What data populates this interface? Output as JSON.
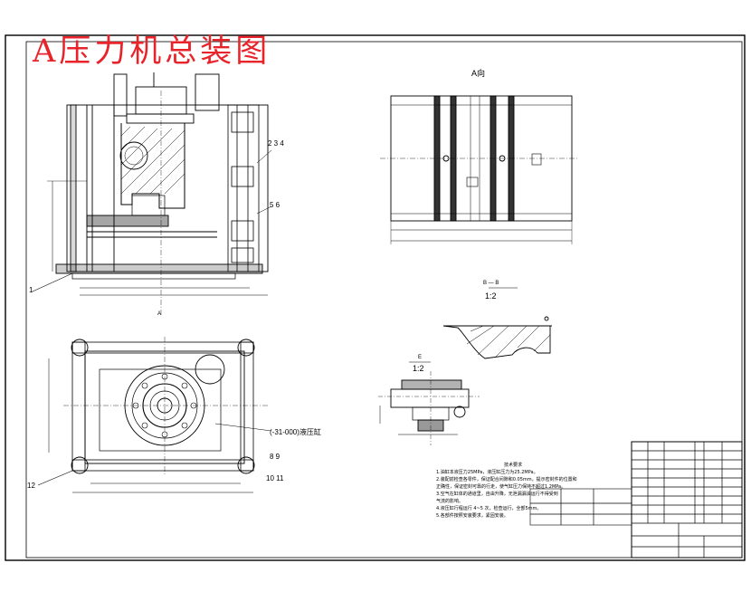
{
  "drawing": {
    "title": "A压力机总装图"
  },
  "views": {
    "view_a_label": "A向",
    "section_label": "B — B",
    "section_scale": "1:2",
    "detail_label": "E",
    "detail_scale": "1:2",
    "callout_1": "1",
    "callout_2_3_4": "2  3  4",
    "callout_5_6": "5  6",
    "callout_8_9": "8  9",
    "callout_10_11": "10 11",
    "callout_12": "12",
    "callout_cyl": "(-31-000)液压缸",
    "mark_a": "A"
  },
  "technical_notes": {
    "heading": "技术要求",
    "lines": [
      "1.油缸本液压力25MPa，液压缸压力为25.2MPa。",
      "2.装配前检查各零件，保证配合间隙和0.05mm，提示密封件的位置和",
      "正确性，保证密封可靠的行走，使气缸压力保持不超过1.2MPa。",
      "3.空气在缸体的通道里，自由升降，无泄漏漏油运行不得受到",
      "气流的影响。",
      "4.液压缸行程运行 4~5 次，检查运行，全部5mm。",
      "5.各部件按照安装要求，紧固安装。"
    ]
  }
}
